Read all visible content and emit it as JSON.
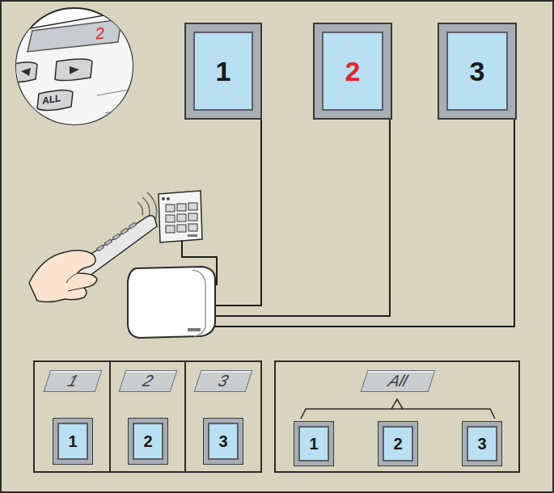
{
  "diagram": {
    "nodes": [
      {
        "text": [
          "1"
        ]
      },
      {
        "text": [
          "2"
        ]
      },
      {
        "text": [
          "3"
        ]
      },
      {
        "text": [
          "1"
        ]
      },
      {
        "text": [
          "1"
        ]
      },
      {
        "text": [
          "2"
        ]
      },
      {
        "text": [
          "2"
        ]
      },
      {
        "text": [
          "3"
        ]
      },
      {
        "text": [
          "3"
        ]
      },
      {
        "text": [
          "All"
        ]
      },
      {
        "text": [
          "1"
        ]
      },
      {
        "text": [
          "2"
        ]
      },
      {
        "text": [
          "3"
        ]
      }
    ],
    "labels": [
      "2",
      "ALL"
    ]
  }
}
